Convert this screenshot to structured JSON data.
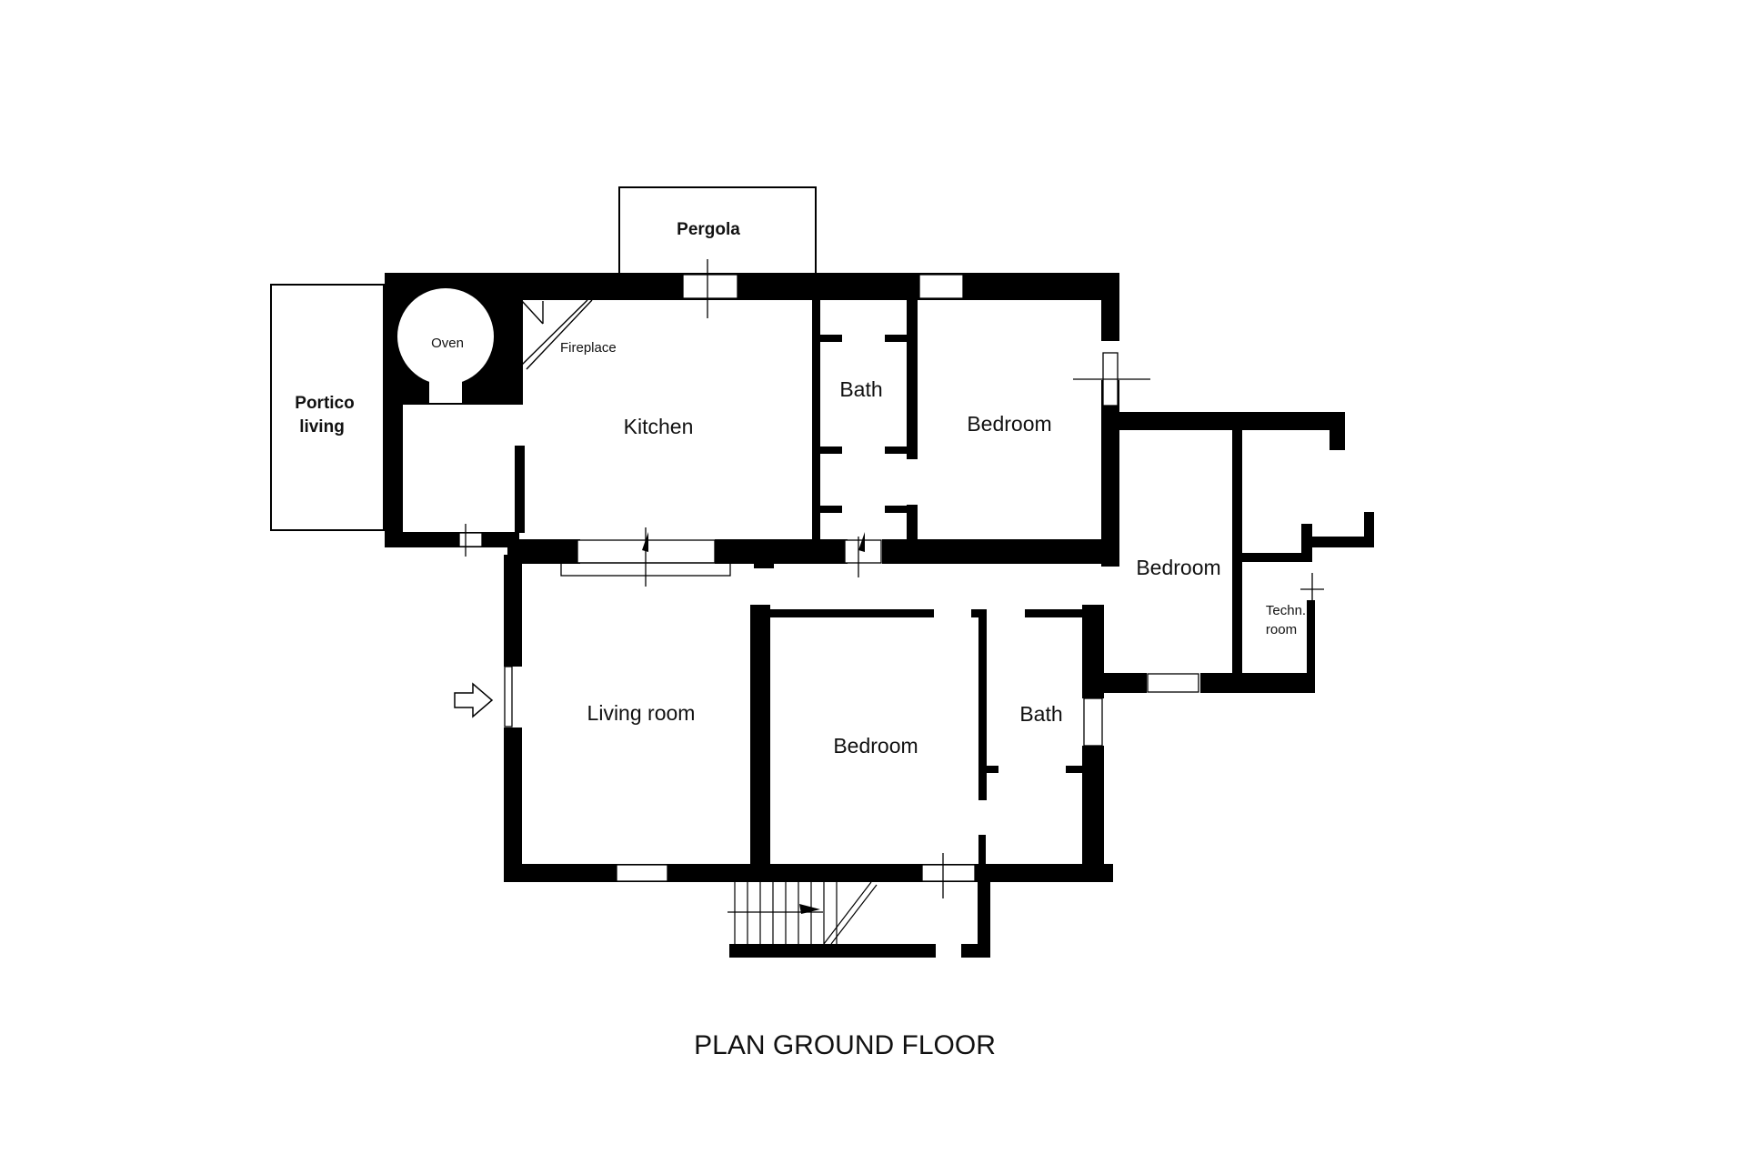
{
  "title": "PLAN GROUND FLOOR",
  "rooms": {
    "pergola": "Pergola",
    "portico_line1": "Portico",
    "portico_line2": "living",
    "oven": "Oven",
    "fireplace": "Fireplace",
    "kitchen": "Kitchen",
    "bath_top": "Bath",
    "bedroom_top": "Bedroom",
    "bedroom_right": "Bedroom",
    "techn_line1": "Techn.",
    "techn_line2": "room",
    "living_room": "Living room",
    "bedroom_bottom": "Bedroom",
    "bath_bottom": "Bath"
  },
  "colors": {
    "wall": "#000000",
    "background": "#ffffff"
  },
  "icons": {
    "entrance": "entrance-arrow-icon"
  }
}
